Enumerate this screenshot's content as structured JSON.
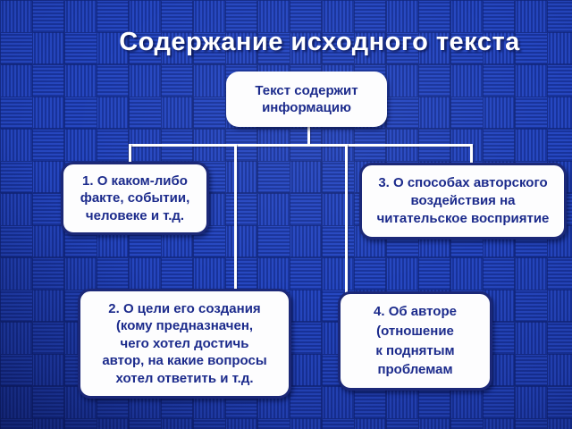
{
  "slide": {
    "title": "Содержание исходного текста"
  },
  "diagram": {
    "root": {
      "label": "Текст содержит\nинформацию"
    },
    "children": [
      {
        "id": "1",
        "label": "1. О каком-либо\nфакте, событии,\nчеловеке и т.д."
      },
      {
        "id": "2",
        "label": "2. О цели его создания\n(кому предназначен,\nчего хотел достичь\nавтор, на какие вопросы\nхотел ответить и т.д."
      },
      {
        "id": "3",
        "label": "3. О способах авторского\nвоздействия на\nчитательское восприятие"
      },
      {
        "id": "4",
        "label": "4. Об авторе\n(отношение\nк поднятым\nпроблемам"
      }
    ]
  },
  "colors": {
    "background_blue": "#1e3aa8",
    "stripe_light": "#2647c0",
    "stripe_dark": "#18339b",
    "tile_edge": "#102478",
    "box_fill": "#fdfdfe",
    "box_border": "#1b2878",
    "box_text": "#1c2b8c",
    "title_text": "#ffffff",
    "connector": "#ffffff"
  }
}
